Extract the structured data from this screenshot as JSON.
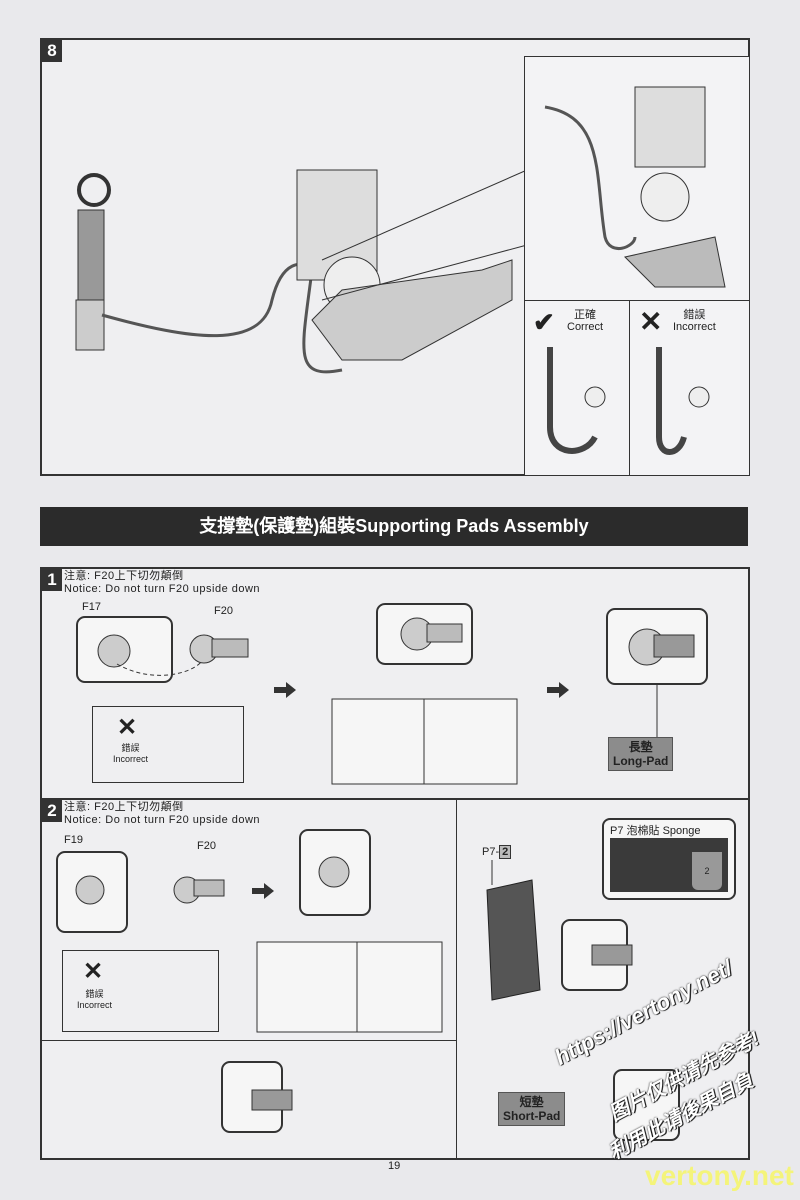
{
  "step8": {
    "number": "8",
    "correct_cn": "正確",
    "correct_en": "Correct",
    "incorrect_cn": "錯誤",
    "incorrect_en": "Incorrect"
  },
  "section_title": "支撐墊(保護墊)組裝Supporting Pads  Assembly",
  "step1": {
    "number": "1",
    "notice_cn": "注意: F20上下切勿顛倒",
    "notice_en": "Notice: Do not turn F20 upside down",
    "part_a": "F17",
    "part_b": "F20",
    "incorrect_cn": "錯誤",
    "incorrect_en": "Incorrect",
    "result_cn": "長墊",
    "result_en": "Long-Pad"
  },
  "step2": {
    "number": "2",
    "notice_cn": "注意: F20上下切勿顛倒",
    "notice_en": "Notice: Do not turn F20 upside down",
    "part_a": "F19",
    "part_b": "F20",
    "incorrect_cn": "錯誤",
    "incorrect_en": "Incorrect",
    "sticker_ref": "P7-",
    "sticker_num": "2",
    "sponge_title": "P7   泡棉貼 Sponge",
    "sponge_num": "2",
    "result_cn": "短墊",
    "result_en": "Short-Pad"
  },
  "page_number": "19",
  "watermark": {
    "line1": "https://vertony.net/",
    "line2": "图片仅供请先参考!",
    "line3": "利用此请後果自負",
    "footer": "vertony.net"
  }
}
